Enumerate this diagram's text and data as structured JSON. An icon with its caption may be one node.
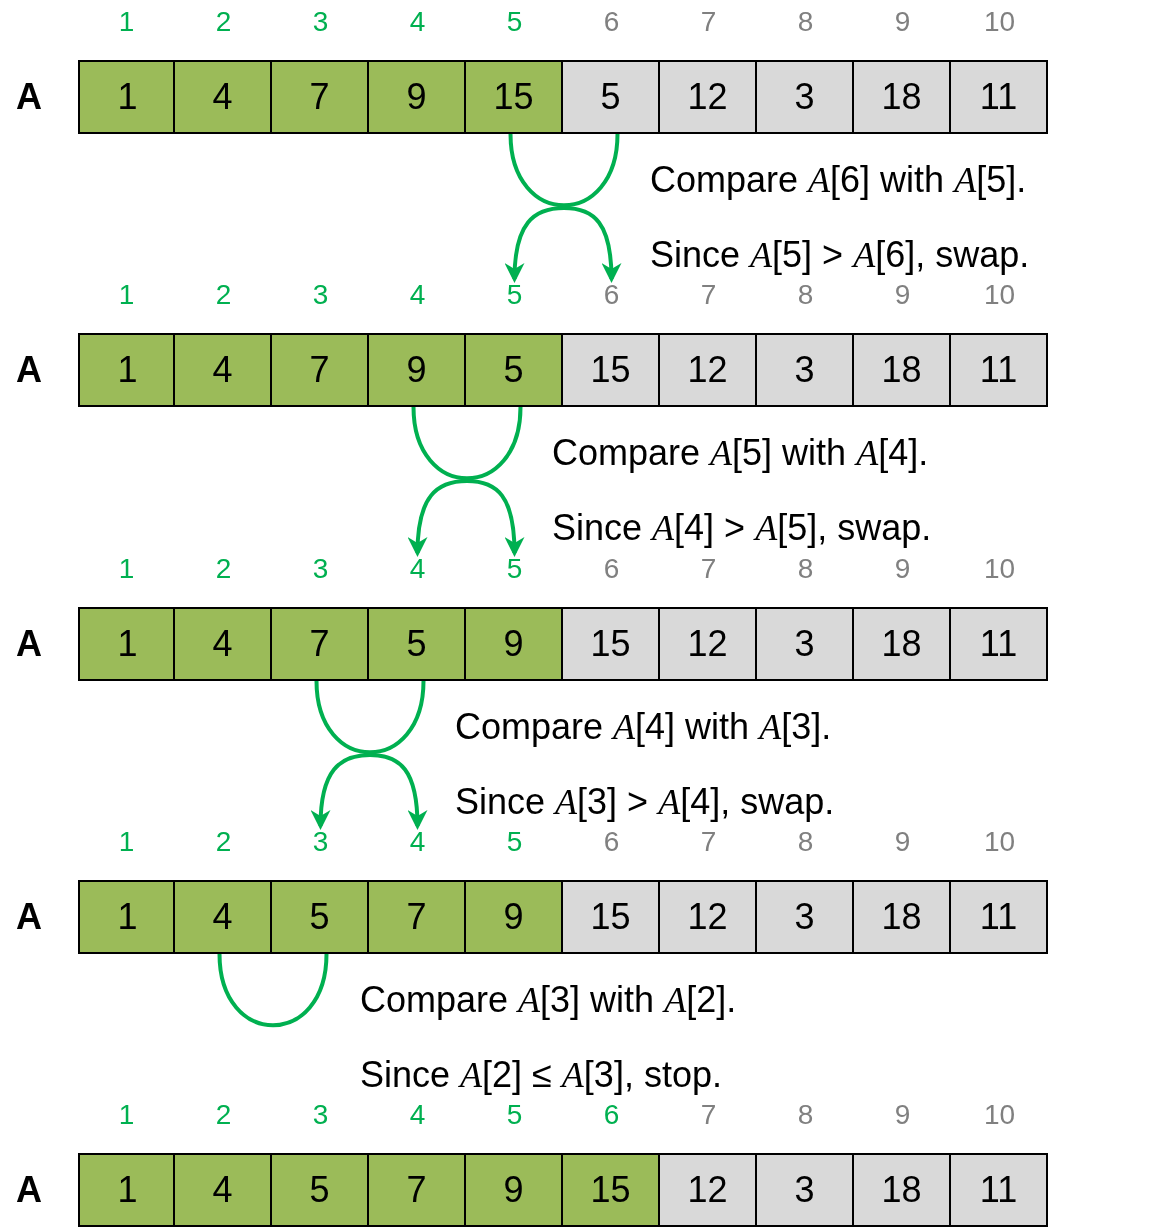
{
  "diagram": {
    "nodes": [
      {
        "text": [
          "1"
        ]
      },
      {
        "text": [
          "2"
        ]
      },
      {
        "text": [
          "3"
        ]
      },
      {
        "text": [
          "4"
        ]
      },
      {
        "text": [
          "5"
        ]
      },
      {
        "text": [
          "6"
        ]
      },
      {
        "text": [
          "7"
        ]
      },
      {
        "text": [
          "8"
        ]
      },
      {
        "text": [
          "9"
        ]
      },
      {
        "text": [
          "10"
        ]
      },
      {
        "text": [
          "1"
        ]
      },
      {
        "text": [
          "4"
        ]
      },
      {
        "text": [
          "7"
        ]
      },
      {
        "text": [
          "9"
        ]
      },
      {
        "text": [
          "15"
        ]
      },
      {
        "text": [
          "5"
        ]
      },
      {
        "text": [
          "12"
        ]
      },
      {
        "text": [
          "3"
        ]
      },
      {
        "text": [
          "18"
        ]
      },
      {
        "text": [
          "11"
        ]
      },
      {
        "text": [
          "1"
        ]
      },
      {
        "text": [
          "2"
        ]
      },
      {
        "text": [
          "3"
        ]
      },
      {
        "text": [
          "4"
        ]
      },
      {
        "text": [
          "5"
        ]
      },
      {
        "text": [
          "6"
        ]
      },
      {
        "text": [
          "7"
        ]
      },
      {
        "text": [
          "8"
        ]
      },
      {
        "text": [
          "9"
        ]
      },
      {
        "text": [
          "10"
        ]
      },
      {
        "text": [
          "1"
        ]
      },
      {
        "text": [
          "4"
        ]
      },
      {
        "text": [
          "7"
        ]
      },
      {
        "text": [
          "9"
        ]
      },
      {
        "text": [
          "5"
        ]
      },
      {
        "text": [
          "15"
        ]
      },
      {
        "text": [
          "12"
        ]
      },
      {
        "text": [
          "3"
        ]
      },
      {
        "text": [
          "18"
        ]
      },
      {
        "text": [
          "11"
        ]
      },
      {
        "text": [
          "1"
        ]
      },
      {
        "text": [
          "2"
        ]
      },
      {
        "text": [
          "3"
        ]
      },
      {
        "text": [
          "4"
        ]
      },
      {
        "text": [
          "5"
        ]
      },
      {
        "text": [
          "6"
        ]
      },
      {
        "text": [
          "7"
        ]
      },
      {
        "text": [
          "8"
        ]
      },
      {
        "text": [
          "9"
        ]
      },
      {
        "text": [
          "10"
        ]
      },
      {
        "text": [
          "1"
        ]
      },
      {
        "text": [
          "4"
        ]
      },
      {
        "text": [
          "7"
        ]
      },
      {
        "text": [
          "5"
        ]
      },
      {
        "text": [
          "9"
        ]
      },
      {
        "text": [
          "15"
        ]
      },
      {
        "text": [
          "12"
        ]
      },
      {
        "text": [
          "3"
        ]
      },
      {
        "text": [
          "18"
        ]
      },
      {
        "text": [
          "11"
        ]
      },
      {
        "text": [
          "1"
        ]
      },
      {
        "text": [
          "2"
        ]
      },
      {
        "text": [
          "3"
        ]
      },
      {
        "text": [
          "4"
        ]
      },
      {
        "text": [
          "5"
        ]
      },
      {
        "text": [
          "6"
        ]
      },
      {
        "text": [
          "7"
        ]
      },
      {
        "text": [
          "8"
        ]
      },
      {
        "text": [
          "9"
        ]
      },
      {
        "text": [
          "10"
        ]
      },
      {
        "text": [
          "1"
        ]
      },
      {
        "text": [
          "4"
        ]
      },
      {
        "text": [
          "5"
        ]
      },
      {
        "text": [
          "7"
        ]
      },
      {
        "text": [
          "9"
        ]
      },
      {
        "text": [
          "15"
        ]
      },
      {
        "text": [
          "12"
        ]
      },
      {
        "text": [
          "3"
        ]
      },
      {
        "text": [
          "18"
        ]
      },
      {
        "text": [
          "11"
        ]
      },
      {
        "text": [
          "1"
        ]
      },
      {
        "text": [
          "2"
        ]
      },
      {
        "text": [
          "3"
        ]
      },
      {
        "text": [
          "4"
        ]
      },
      {
        "text": [
          "5"
        ]
      },
      {
        "text": [
          "6"
        ]
      },
      {
        "text": [
          "7"
        ]
      },
      {
        "text": [
          "8"
        ]
      },
      {
        "text": [
          "9"
        ]
      },
      {
        "text": [
          "10"
        ]
      },
      {
        "text": [
          "1"
        ]
      },
      {
        "text": [
          "4"
        ]
      },
      {
        "text": [
          "5"
        ]
      },
      {
        "text": [
          "7"
        ]
      },
      {
        "text": [
          "9"
        ]
      },
      {
        "text": [
          "15"
        ]
      },
      {
        "text": [
          "12"
        ]
      },
      {
        "text": [
          "3"
        ]
      },
      {
        "text": [
          "18"
        ]
      },
      {
        "text": [
          "11"
        ]
      }
    ],
    "edges": [
      {
        "from": 14,
        "to": 15,
        "arrow": "none"
      },
      {
        "from": null,
        "to": 24,
        "arrow": "to"
      },
      {
        "from": null,
        "to": 25,
        "arrow": "to"
      },
      {
        "from": 33,
        "to": 34,
        "arrow": "none"
      },
      {
        "from": null,
        "to": 43,
        "arrow": "to"
      },
      {
        "from": null,
        "to": 44,
        "arrow": "to"
      },
      {
        "from": 52,
        "to": 53,
        "arrow": "none"
      },
      {
        "from": null,
        "to": 62,
        "arrow": "to"
      },
      {
        "from": null,
        "to": 63,
        "arrow": "to"
      },
      {
        "from": 71,
        "to": 72,
        "arrow": "none"
      }
    ],
    "labels": [
      "A",
      "Compare *A*[6] with *A*[5].",
      "Since *A*[5] > *A*[6], swap.",
      "A",
      "Compare *A*[5] with *A*[4].",
      "Since *A*[4] > *A*[5], swap.",
      "A",
      "Compare *A*[4] with *A*[3].",
      "Since *A*[3] > *A*[4], swap.",
      "A",
      "Compare *A*[3] with *A*[2].",
      "Since *A*[2] ≤ *A*[3], stop.",
      "A"
    ]
  }
}
